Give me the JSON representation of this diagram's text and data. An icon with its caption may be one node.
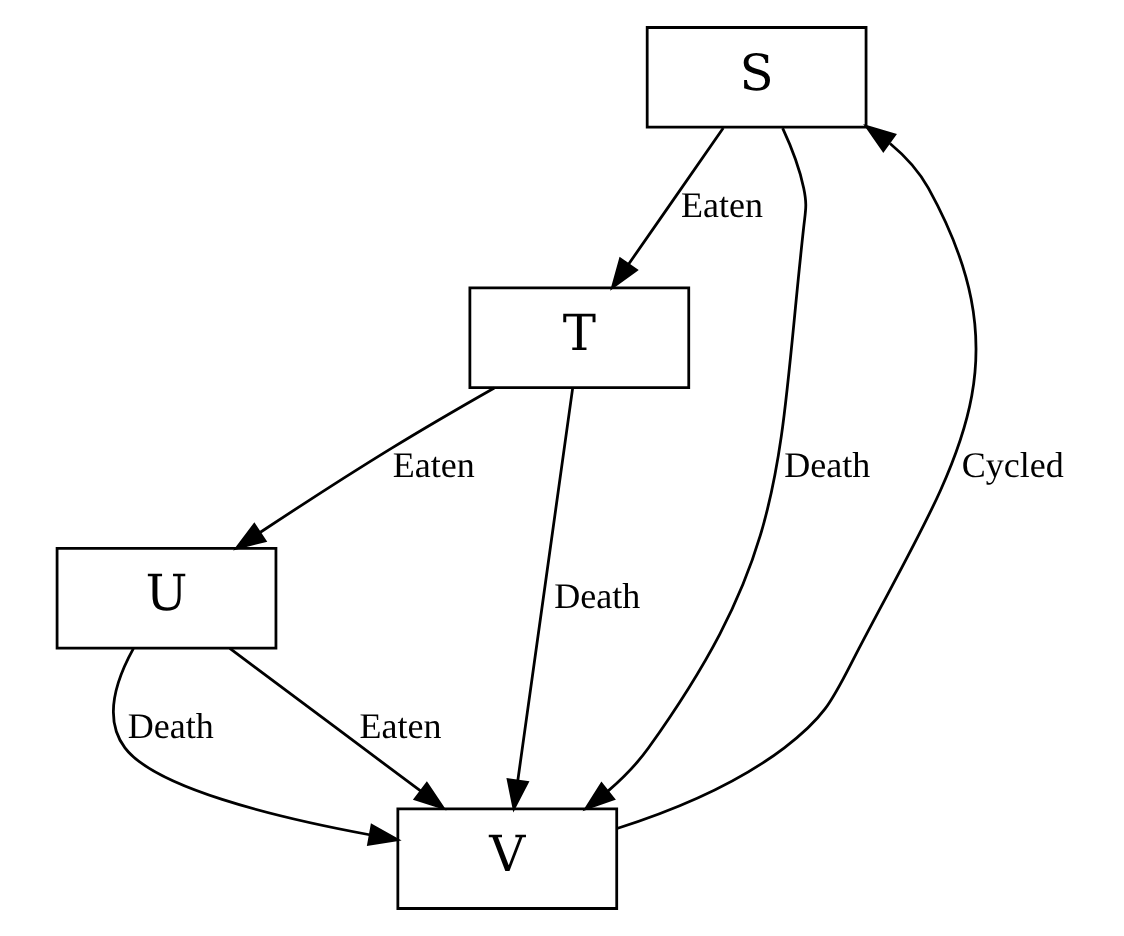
{
  "diagram": {
    "nodes": [
      {
        "text": [
          "S"
        ]
      },
      {
        "text": [
          "T"
        ]
      },
      {
        "text": [
          "U"
        ]
      },
      {
        "text": [
          "V"
        ]
      }
    ],
    "edges": [
      {
        "from": 0,
        "to": 1,
        "arrow": "to",
        "label": "Eaten"
      },
      {
        "from": 0,
        "to": 3,
        "arrow": "to",
        "label": "Death"
      },
      {
        "from": 1,
        "to": 2,
        "arrow": "to",
        "label": "Eaten"
      },
      {
        "from": 1,
        "to": 3,
        "arrow": "to",
        "label": "Death"
      },
      {
        "from": 2,
        "to": 3,
        "arrow": "to",
        "label": "Death"
      },
      {
        "from": 2,
        "to": 3,
        "arrow": "to",
        "label": "Eaten"
      },
      {
        "from": 3,
        "to": 0,
        "arrow": "to",
        "label": "Cycled"
      }
    ]
  }
}
